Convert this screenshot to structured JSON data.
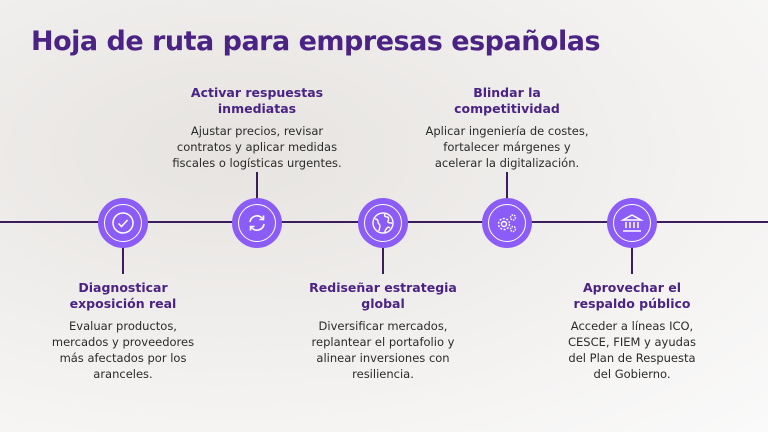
{
  "title": "Hoja de ruta para empresas españolas",
  "colors": {
    "accent": "#8b5cf6",
    "heading": "#4a2384",
    "line": "#3b1d5e"
  },
  "steps": [
    {
      "icon": "check-circle-icon",
      "title_lines": [
        "Diagnosticar",
        "exposición real"
      ],
      "body_lines": [
        "Evaluar productos,",
        "mercados y proveedores",
        "más afectados por los",
        "aranceles."
      ]
    },
    {
      "icon": "refresh-icon",
      "title_lines": [
        "Activar respuestas",
        "inmediatas"
      ],
      "body_lines": [
        "Ajustar precios, revisar",
        "contratos y aplicar medidas",
        "fiscales o logísticas urgentes."
      ]
    },
    {
      "icon": "globe-icon",
      "title_lines": [
        "Rediseñar estrategia",
        "global"
      ],
      "body_lines": [
        "Diversificar mercados,",
        "replantear el portafolio y",
        "alinear inversiones con",
        "resiliencia."
      ]
    },
    {
      "icon": "gears-icon",
      "title_lines": [
        "Blindar la",
        "competitividad"
      ],
      "body_lines": [
        "Aplicar ingeniería de costes,",
        "fortalecer márgenes y",
        "acelerar la digitalización."
      ]
    },
    {
      "icon": "bank-icon",
      "title_lines": [
        "Aprovechar el",
        "respaldo público"
      ],
      "body_lines": [
        "Acceder a líneas ICO,",
        "CESCE, FIEM y ayudas",
        "del Plan de Respuesta",
        "del Gobierno."
      ]
    }
  ]
}
